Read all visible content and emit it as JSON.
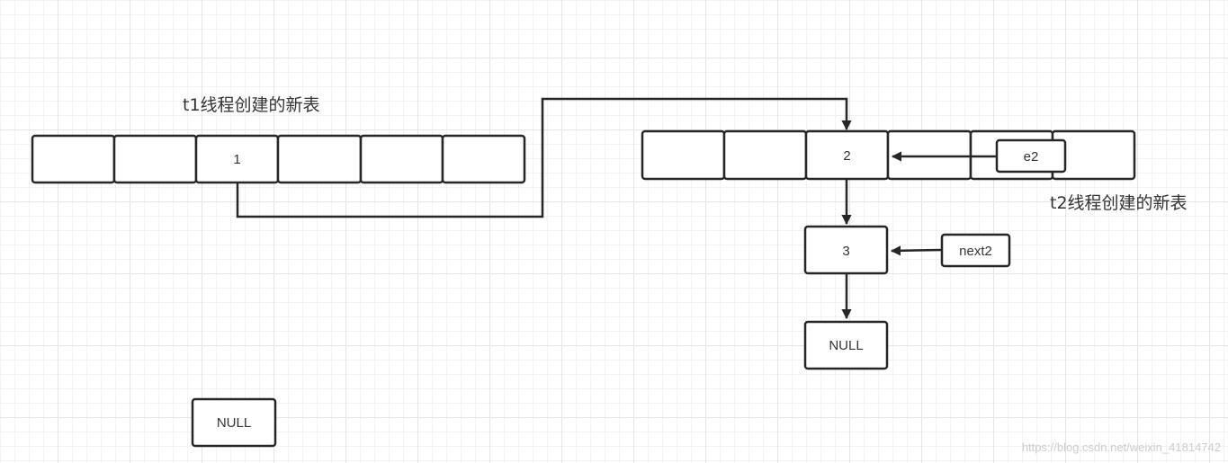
{
  "table_t1": {
    "title": "t1线程创建的新表",
    "cells": [
      "",
      "",
      "1",
      "",
      "",
      ""
    ]
  },
  "table_t2": {
    "title": "t2线程创建的新表",
    "cells": [
      "",
      "",
      "2",
      "",
      "",
      ""
    ]
  },
  "nodes": {
    "node3": "3",
    "null_right": "NULL",
    "null_left": "NULL",
    "e2": "e2",
    "next2": "next2"
  },
  "watermark": "https://blog.csdn.net/weixin_41814742"
}
